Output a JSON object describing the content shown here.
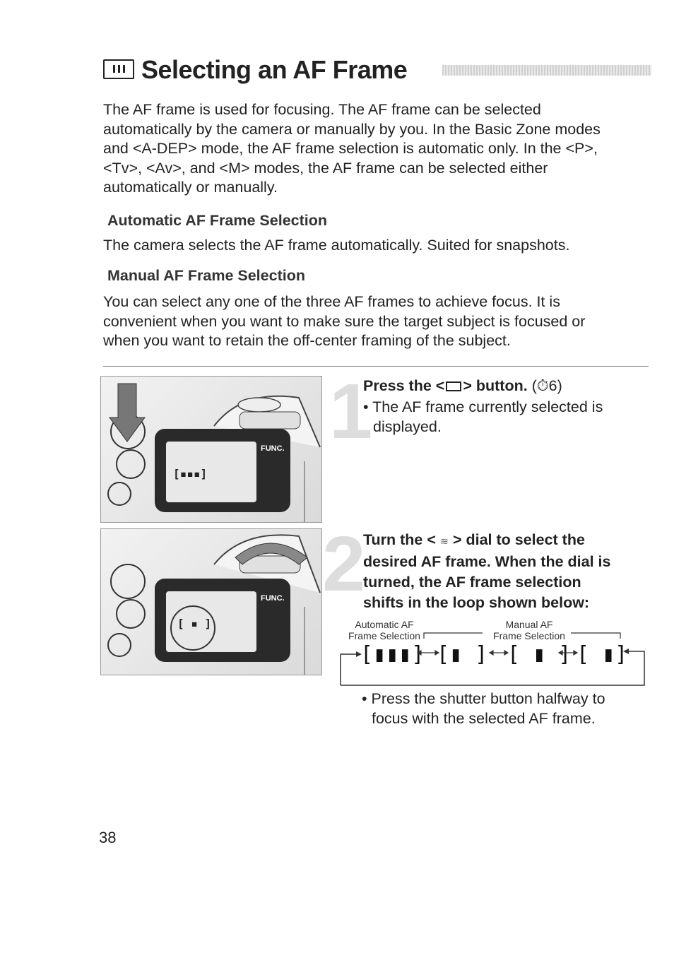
{
  "title": "Selecting an AF Frame",
  "intro": [
    "The AF frame is used for focusing. The AF frame can be selected",
    "automatically by the camera or manually by you. In the Basic Zone modes",
    "and <A-DEP> mode, the AF frame selection is automatic only. In the <P>,",
    "<Tv>, <Av>, and <M> modes, the AF frame can be selected either",
    "automatically or manually."
  ],
  "auto_heading": "Automatic AF Frame Selection",
  "auto_text": "The camera selects the AF frame automatically. Suited for snapshots.",
  "manual_heading": "Manual AF Frame Selection",
  "manual_text": [
    "You can select any one of the three AF frames to achieve focus. It is",
    "convenient when you want to make sure the target subject is focused or",
    "when you want to retain the off-center framing of the subject."
  ],
  "step1": {
    "number": "1",
    "head_a": "Press the <",
    "head_b": "> button.",
    "ref": "(⏱6)",
    "bullet": [
      "• The AF frame currently selected is",
      "displayed."
    ]
  },
  "step2": {
    "number": "2",
    "head": [
      "Turn the <",
      "> dial to select the",
      "desired AF frame. When the dial is",
      "turned, the AF frame selection",
      "shifts in the loop shown below:"
    ],
    "label_auto": [
      "Automatic AF",
      "Frame Selection"
    ],
    "label_manual": [
      "Manual AF",
      "Frame Selection"
    ],
    "bullet": [
      "• Press the shutter button halfway to",
      "focus with the selected AF frame."
    ]
  },
  "lcd_func": "FUNC.",
  "page_number": "38"
}
